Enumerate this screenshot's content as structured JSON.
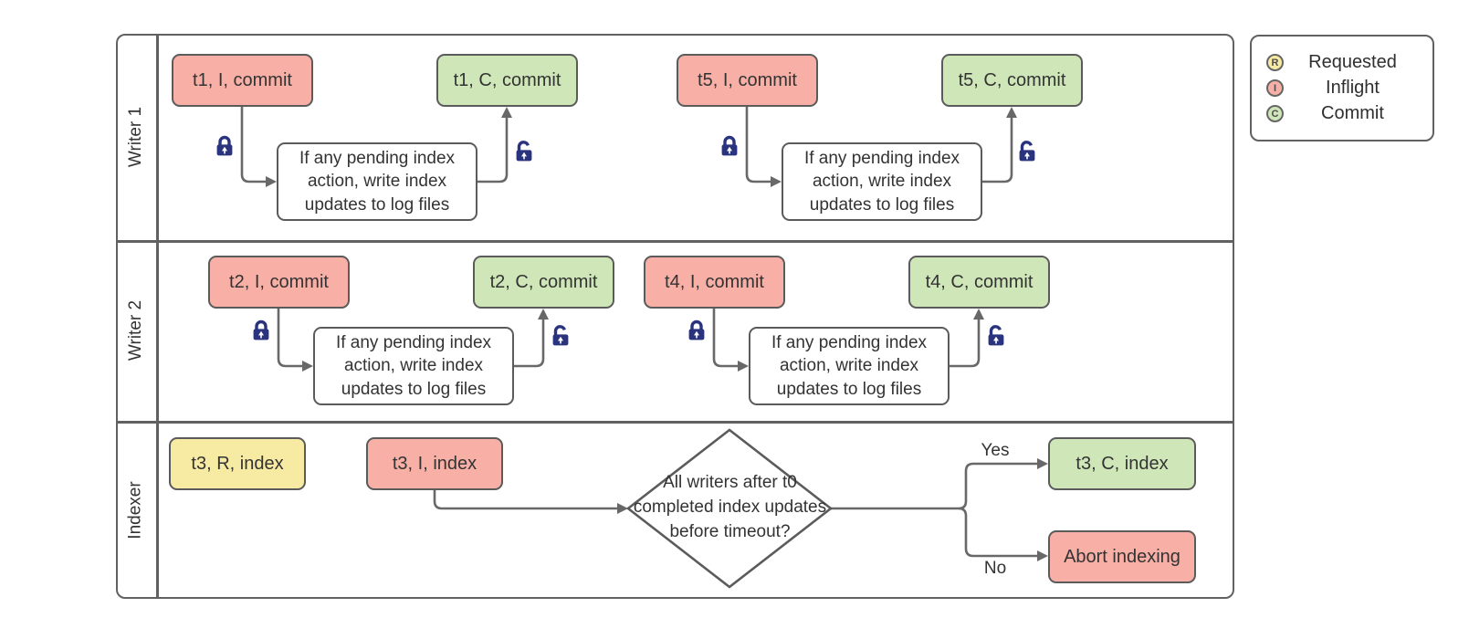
{
  "diagram": {
    "lanes": [
      "Writer 1",
      "Writer 2",
      "Indexer"
    ],
    "groups": [
      {
        "lane": "Writer 1",
        "inflight": "t1, I, commit",
        "commit": "t1, C, commit",
        "process": "If any pending index action, write index updates to log files"
      },
      {
        "lane": "Writer 1",
        "inflight": "t5, I, commit",
        "commit": "t5, C, commit",
        "process": "If any pending index action, write index updates to log files"
      },
      {
        "lane": "Writer 2",
        "inflight": "t2, I, commit",
        "commit": "t2, C, commit",
        "process": "If any pending index action, write index updates to log files"
      },
      {
        "lane": "Writer 2",
        "inflight": "t4, I, commit",
        "commit": "t4, C, commit",
        "process": "If any pending index action, write index updates to log files"
      }
    ],
    "indexer": {
      "requested": "t3, R, index",
      "inflight": "t3, I, index",
      "decision": "All writers after t0 completed index updates before timeout?",
      "yes_label": "Yes",
      "no_label": "No",
      "commit": "t3, C, index",
      "abort": "Abort indexing"
    }
  },
  "legend": {
    "items": [
      {
        "symbol": "R",
        "label": "Requested",
        "color": "#f7eba4"
      },
      {
        "symbol": "I",
        "label": "Inflight",
        "color": "#f8afa6"
      },
      {
        "symbol": "C",
        "label": "Commit",
        "color": "#cfe7b8"
      }
    ]
  },
  "colors": {
    "requested_fill": "#f7eba4",
    "inflight_fill": "#f8afa6",
    "commit_fill": "#cfe7b8",
    "node_border": "#5b5b5b",
    "connector": "#686868",
    "lock": "#2a337e",
    "text": "#333333"
  },
  "icons": {
    "closed_lock": "lock-closed",
    "open_lock": "lock-open"
  }
}
